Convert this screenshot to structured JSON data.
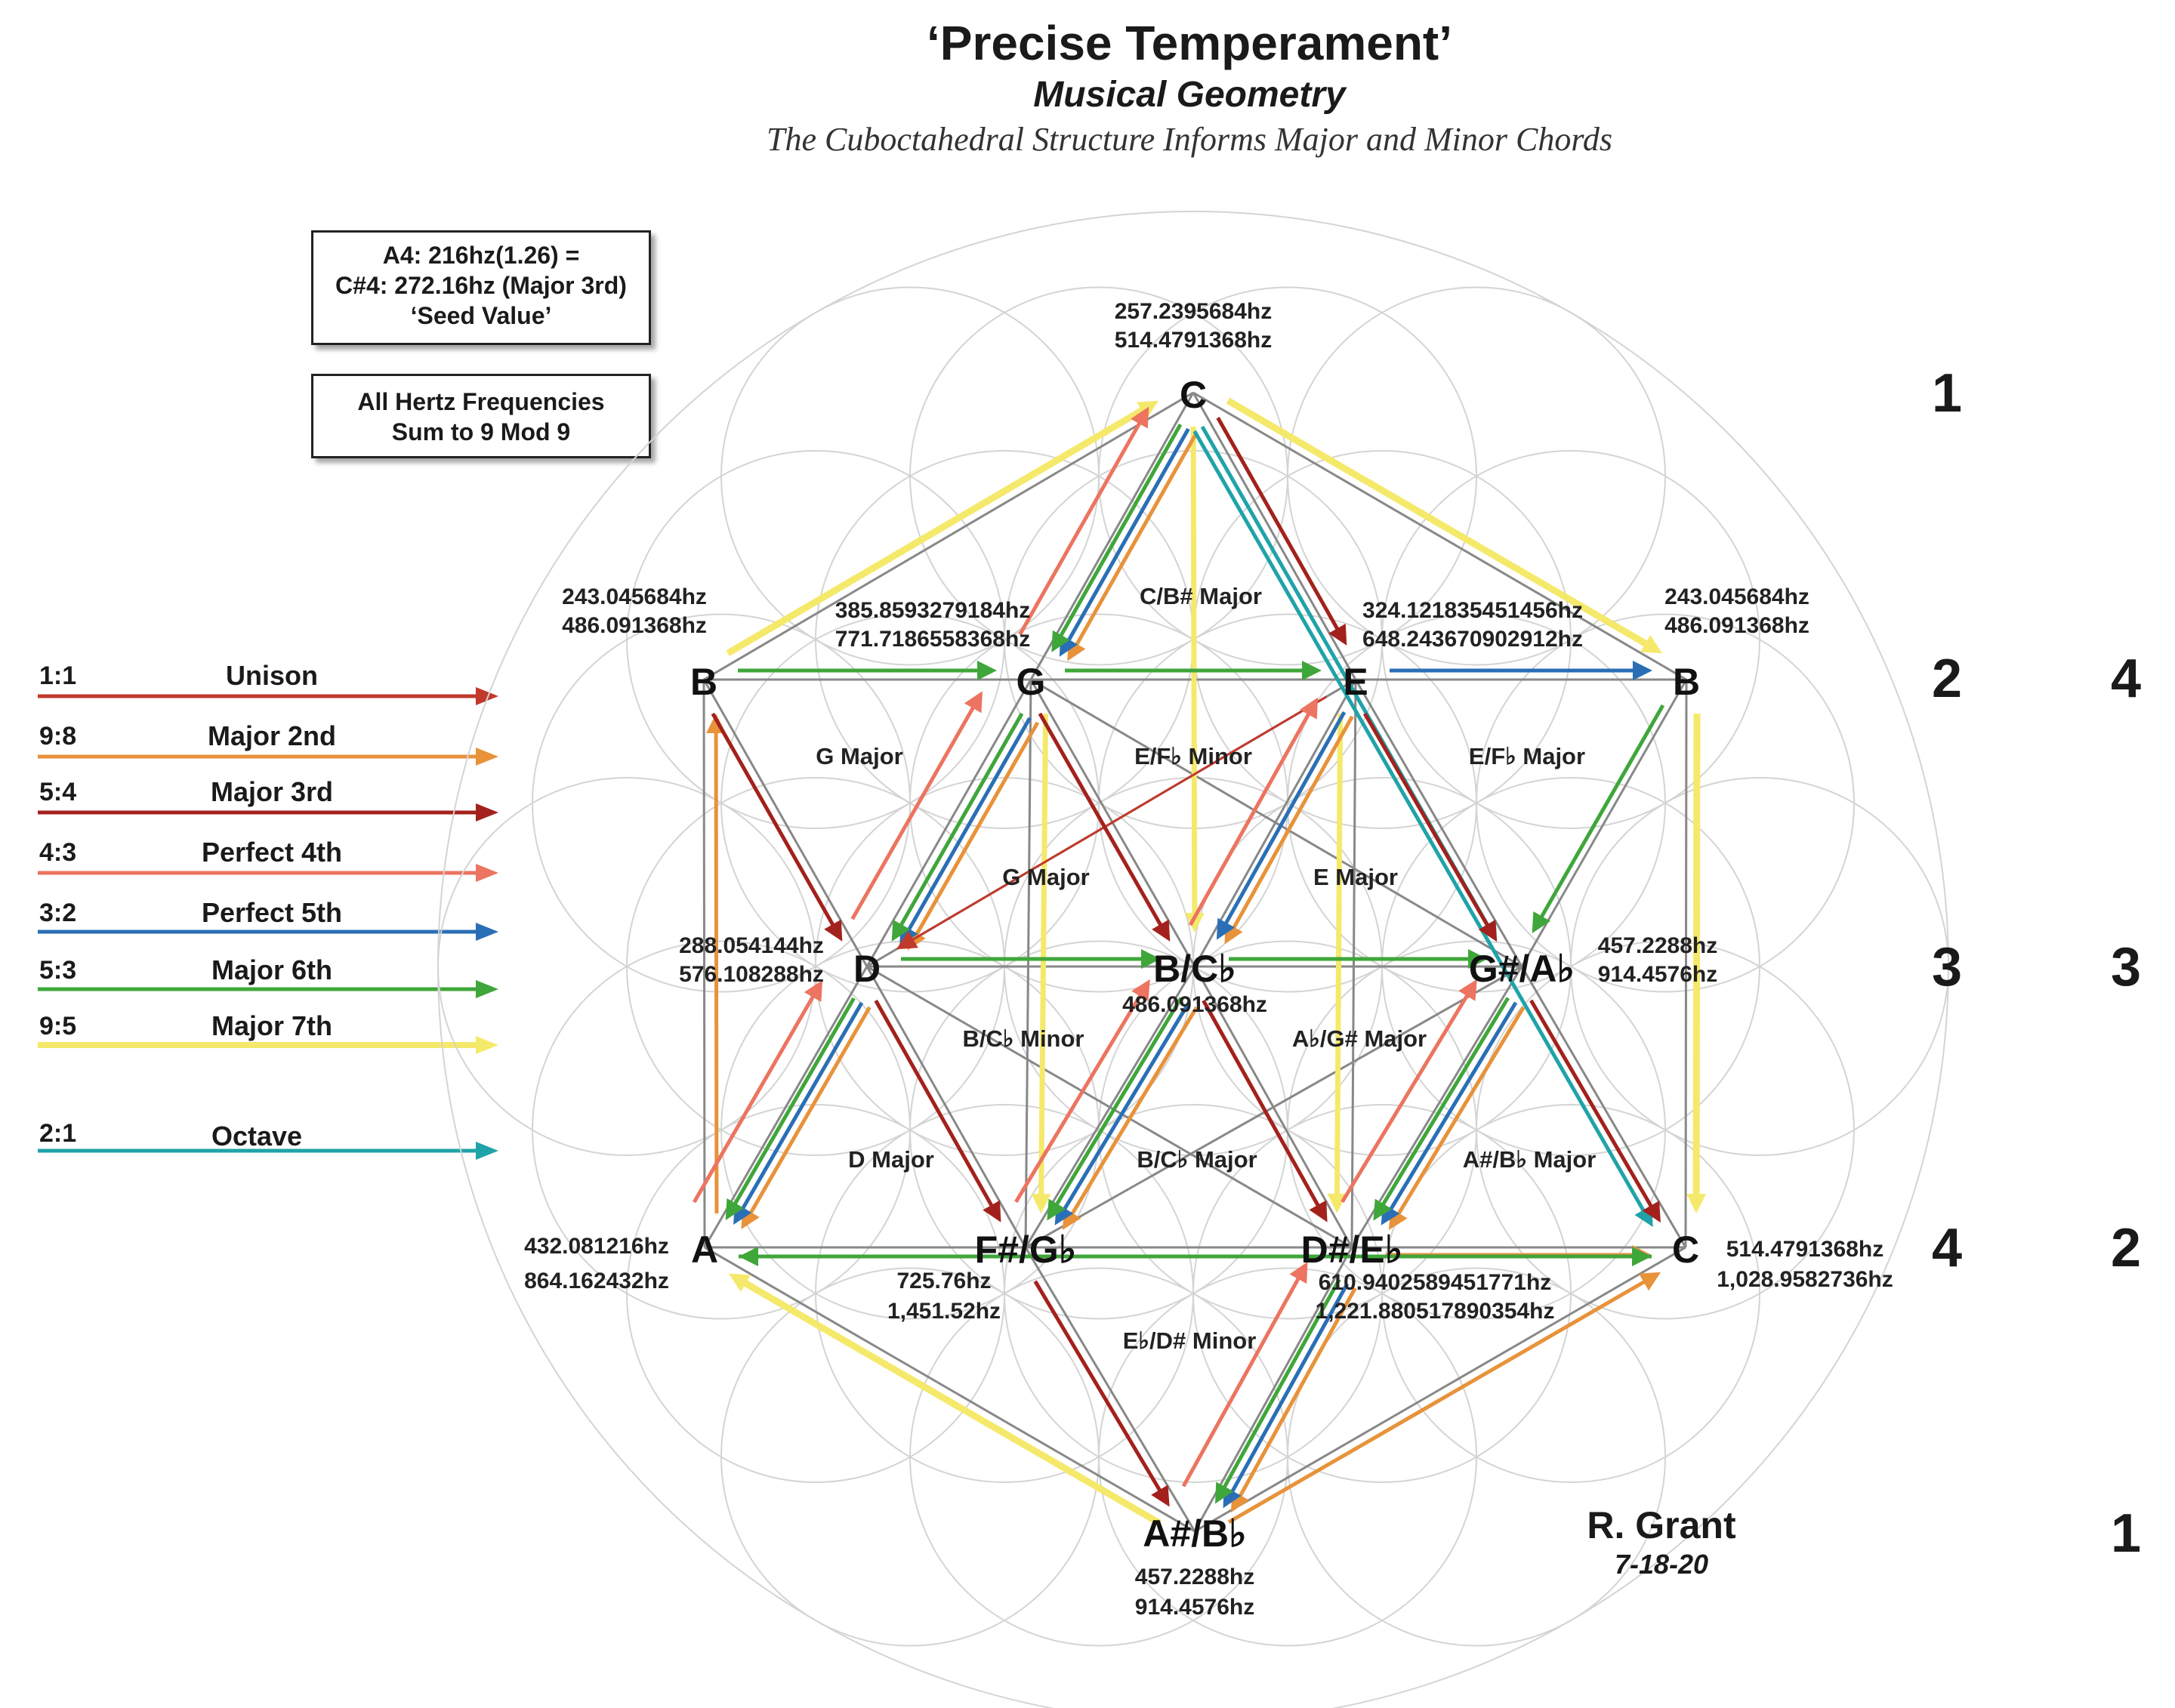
{
  "header": {
    "title": "‘Precise Temperament’",
    "subtitle": "Musical Geometry",
    "tagline": "The Cuboctahedral Structure Informs Major and Minor Chords"
  },
  "info_boxes": {
    "seed": [
      "A4:  216hz(1.26) =",
      "C#4: 272.16hz (Major 3rd)",
      "‘Seed Value’"
    ],
    "sum": [
      "All Hertz Frequencies",
      "Sum to 9 Mod 9"
    ]
  },
  "legend": [
    {
      "ratio": "1:1",
      "name": "Unison",
      "color": "#c0392b"
    },
    {
      "ratio": "9:8",
      "name": "Major 2nd",
      "color": "#e8923a"
    },
    {
      "ratio": "5:4",
      "name": "Major 3rd",
      "color": "#a3211c"
    },
    {
      "ratio": "4:3",
      "name": "Perfect 4th",
      "color": "#ec7460"
    },
    {
      "ratio": "3:2",
      "name": "Perfect 5th",
      "color": "#2a6fb5"
    },
    {
      "ratio": "5:3",
      "name": "Major 6th",
      "color": "#3fa63a"
    },
    {
      "ratio": "9:5",
      "name": "Major 7th",
      "color": "#f5e96b"
    },
    {
      "ratio": "2:1",
      "name": "Octave",
      "color": "#1fa3a8"
    }
  ],
  "notes": {
    "C_top": {
      "label": "C",
      "hz": [
        "257.2395684hz",
        "514.4791368hz"
      ]
    },
    "B_left": {
      "label": "B",
      "hz": [
        "243.045684hz",
        "486.091368hz"
      ]
    },
    "G": {
      "label": "G",
      "hz": [
        "385.8593279184hz",
        "771.7186558368hz"
      ]
    },
    "E": {
      "label": "E",
      "hz": [
        "324.121835451456hz",
        "648.243670902912hz"
      ]
    },
    "B_right": {
      "label": "B",
      "hz": [
        "243.045684hz",
        "486.091368hz"
      ]
    },
    "D": {
      "label": "D",
      "hz": [
        "288.054144hz",
        "576.108288hz"
      ]
    },
    "BCb": {
      "label": "B/C♭",
      "hz": [
        "486.091368hz"
      ]
    },
    "GsAb": {
      "label": "G#/A♭",
      "hz": [
        "457.2288hz",
        "914.4576hz"
      ]
    },
    "A": {
      "label": "A",
      "hz": [
        "432.081216hz",
        "864.162432hz"
      ]
    },
    "FsGb": {
      "label": "F#/G♭",
      "hz": [
        "725.76hz",
        "1,451.52hz"
      ]
    },
    "DsEb": {
      "label": "D#/E♭",
      "hz": [
        "610.9402589451771hz",
        "1,221.880517890354hz"
      ]
    },
    "C_right": {
      "label": "C",
      "hz": [
        "514.4791368hz",
        "1,028.9582736hz"
      ]
    },
    "AsBb": {
      "label": "A#/B♭",
      "hz": [
        "457.2288hz",
        "914.4576hz"
      ]
    }
  },
  "chords": [
    "C/B# Major",
    "G Major",
    "E/F♭ Minor",
    "E/F♭ Major",
    "G Major",
    "E Major",
    "B/C♭ Minor",
    "A♭/G# Major",
    "D Major",
    "B/C♭ Major",
    "A#/B♭ Major",
    "E♭/D# Minor"
  ],
  "row_numbers": {
    "left": [
      "1",
      "2",
      "3",
      "4",
      "1"
    ],
    "right": [
      "4",
      "3",
      "2"
    ]
  },
  "author": {
    "name": "R. Grant",
    "date": "7-18-20"
  },
  "colors": {
    "unison": "#c0392b",
    "major2": "#e8923a",
    "major3": "#a3211c",
    "perfect4": "#ec7460",
    "perfect5": "#2a6fb5",
    "major6": "#3fa63a",
    "major7": "#f5e96b",
    "octave": "#1fa3a8",
    "edge": "#888888",
    "circle": "#d4d4d4"
  }
}
